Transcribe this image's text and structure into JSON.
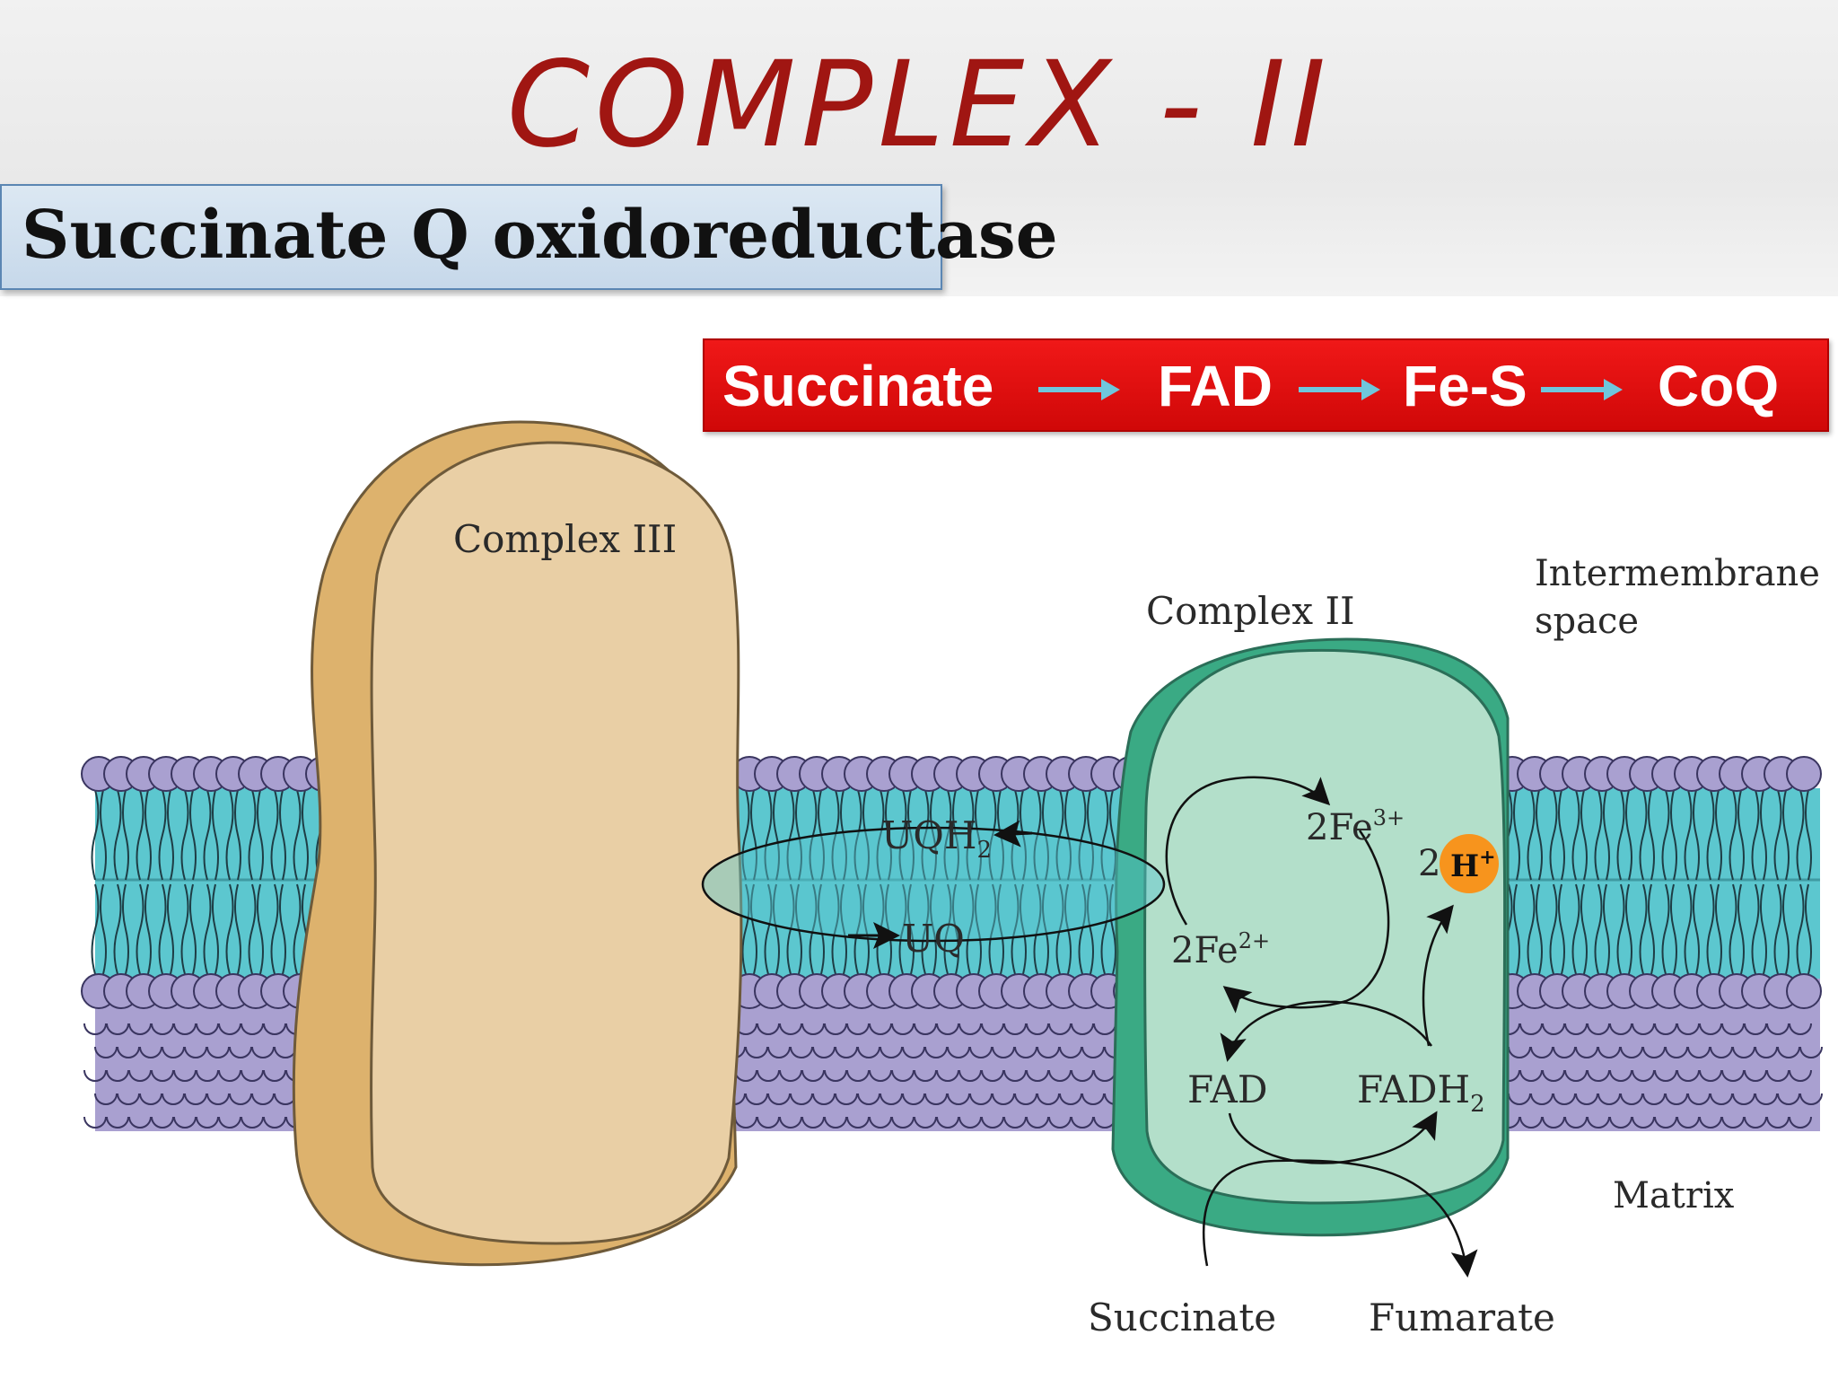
{
  "title": "COMPLEX - II",
  "subtitle": "Succinate Q oxidoreductase",
  "flow": [
    "Succinate",
    "FAD",
    "Fe-S",
    "CoQ"
  ],
  "diagram": {
    "complex3_label": "Complex III",
    "complex2_label": "Complex II",
    "intermembrane_line1": "Intermembrane",
    "intermembrane_line2": "space",
    "matrix_label": "Matrix",
    "uqh2_base": "UQH",
    "uqh2_sub": "2",
    "uq_label": "UQ",
    "fe3_base": "2Fe",
    "fe3_sup": "3+",
    "fe2_base": "2Fe",
    "fe2_sup": "2+",
    "proton_coef": "2",
    "proton_label": "H",
    "proton_sup": "+",
    "fad_label": "FAD",
    "fadh2_base": "FADH",
    "fadh2_sub": "2",
    "succinate_label": "Succinate",
    "fumarate_label": "Fumarate"
  },
  "colors": {
    "title": "#a01612",
    "banner": "#e51010",
    "arrow": "#6fc6dc",
    "complex3_front": "#e9cfa5",
    "complex3_back": "#ddb26d",
    "complex2_front": "#b3dfca",
    "complex2_back": "#3aaa84",
    "lipid_head": "#a9a0d0",
    "lipid_core": "#5cc7cf",
    "proton": "#f7941d"
  }
}
